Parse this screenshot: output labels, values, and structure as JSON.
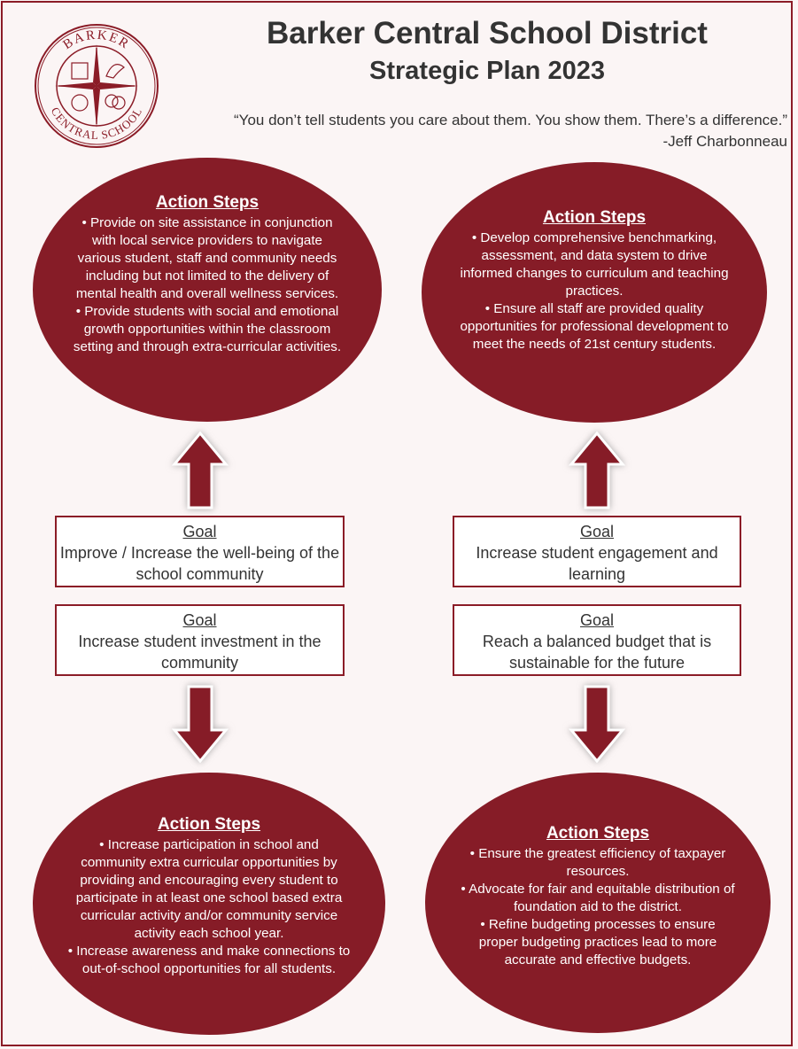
{
  "header": {
    "title": "Barker Central School District",
    "subtitle": "Strategic Plan 2023",
    "quote": "“You don’t tell students you care about them. You show them. There’s a difference.”",
    "quote_author": "-Jeff Charbonneau"
  },
  "seal": {
    "top_text": "BARKER",
    "bottom_text": "CENTRAL SCHOOL"
  },
  "colors": {
    "accent": "#861c27",
    "background": "#fbf5f5"
  },
  "action_steps": [
    {
      "heading": "Action Steps",
      "items": [
        "Provide on site assistance in conjunction with local service providers to navigate various student, staff and community needs including but not limited to the delivery of mental health and overall wellness services.",
        "Provide students with social and emotional growth opportunities within the classroom setting and through extra-curricular activities."
      ]
    },
    {
      "heading": "Action Steps",
      "items": [
        "Develop comprehensive benchmarking, assessment, and data system to drive informed changes to curriculum and teaching practices.",
        "Ensure all staff are provided quality opportunities for professional development to meet the needs of 21st century students."
      ]
    },
    {
      "heading": "Action Steps",
      "items": [
        "Increase participation in school and community extra curricular opportunities by providing and encouraging every student to participate in at least one school based extra curricular activity and/or community service activity each school year.",
        "Increase awareness and make connections to out-of-school opportunities for all students."
      ]
    },
    {
      "heading": "Action Steps",
      "items": [
        "Ensure the greatest efficiency of taxpayer resources.",
        "Advocate for fair and equitable distribution of foundation aid to the district.",
        "Refine budgeting processes to ensure proper budgeting practices lead to more accurate and effective budgets."
      ]
    }
  ],
  "goals": [
    {
      "label": "Goal",
      "text": "Improve / Increase the well-being of the school community"
    },
    {
      "label": "Goal",
      "text": "Increase student investment in the community"
    },
    {
      "label": "Goal",
      "text": "Increase student engagement and learning"
    },
    {
      "label": "Goal",
      "text": "Reach a balanced budget that is sustainable for the future"
    }
  ]
}
